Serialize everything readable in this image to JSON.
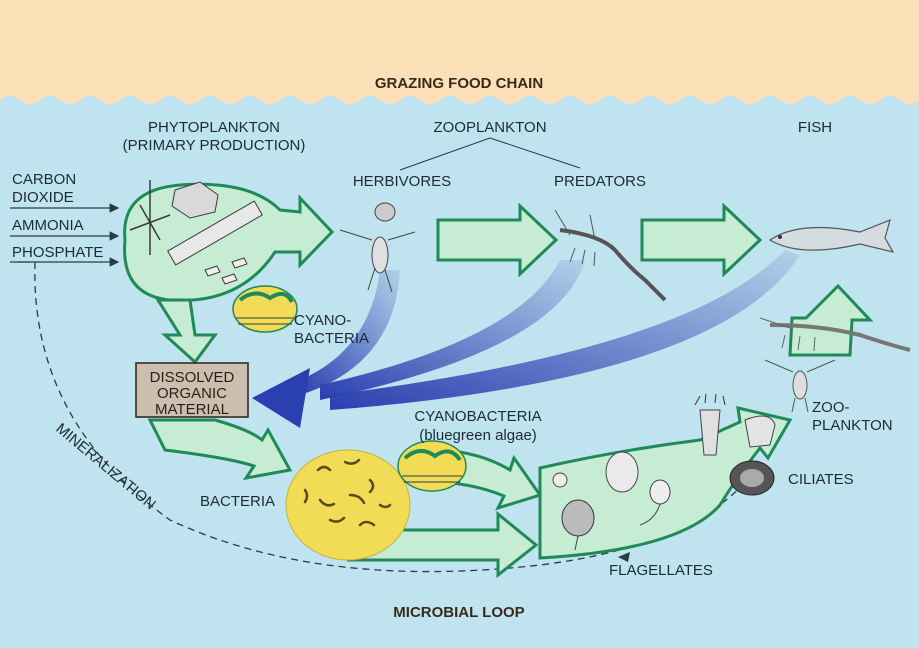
{
  "header_title": "GRAZING FOOD CHAIN",
  "footer_title": "MICROBIAL LOOP",
  "labels": {
    "phytoplankton": "PHYTOPLANKTON",
    "primary_production": "(PRIMARY PRODUCTION)",
    "zooplankton": "ZOOPLANKTON",
    "fish": "FISH",
    "herbivores": "HERBIVORES",
    "predators": "PREDATORS",
    "carbon": "CARBON",
    "dioxide": "DIOXIDE",
    "ammonia": "AMMONIA",
    "phosphate": "PHOSPHATE",
    "cyano_1": "CYANO-",
    "cyano_2": "BACTERIA",
    "dom_1": "DISSOLVED",
    "dom_2": "ORGANIC",
    "dom_3": "MATERIAL",
    "cyanobacteria": "CYANOBACTERIA",
    "bluegreen": "(bluegreen algae)",
    "bacteria": "BACTERIA",
    "mineralization": "MINERALIZATION",
    "zoo_1": "ZOO-",
    "zoo_2": "PLANKTON",
    "ciliates": "CILIATES",
    "flagellates": "FLAGELLATES"
  },
  "colors": {
    "sky": "#fbe0b8",
    "water": "#bfe3ef",
    "arrow_fill": "#c6ecd4",
    "arrow_stroke": "#1f8a57",
    "blue_arrow": "#2a3fb0",
    "yellow": "#f3dc55",
    "dom_box": "#cdbfb0"
  }
}
